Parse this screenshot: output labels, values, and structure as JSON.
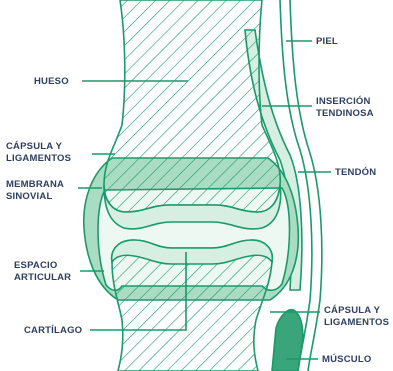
{
  "labels": {
    "hueso": "HUESO",
    "capsula_left_1": "CÁPSULA Y",
    "capsula_left_2": "LIGAMENTOS",
    "membrana_1": "MEMBRANA",
    "membrana_2": "SINOVIAL",
    "espacio_1": "ESPACIO",
    "espacio_2": "ARTICULAR",
    "cartilago": "CARTÍLAGO",
    "piel": "PIEL",
    "insercion_1": "INSERCIÓN",
    "insercion_2": "TENDINOSA",
    "tendon": "TENDÓN",
    "capsula_right_1": "CÁPSULA Y",
    "capsula_right_2": "LIGAMENTOS",
    "musculo": "MÚSCULO"
  },
  "colors": {
    "outline": "#1a9a6a",
    "capsule_fill": "#a9dcc2",
    "cartilage_fill": "#d6efe2",
    "joint_space_fill": "#eef8f3",
    "muscle_fill": "#3aa57a",
    "hatch": "#1a9a6a",
    "label_text": "#2d3e63"
  }
}
